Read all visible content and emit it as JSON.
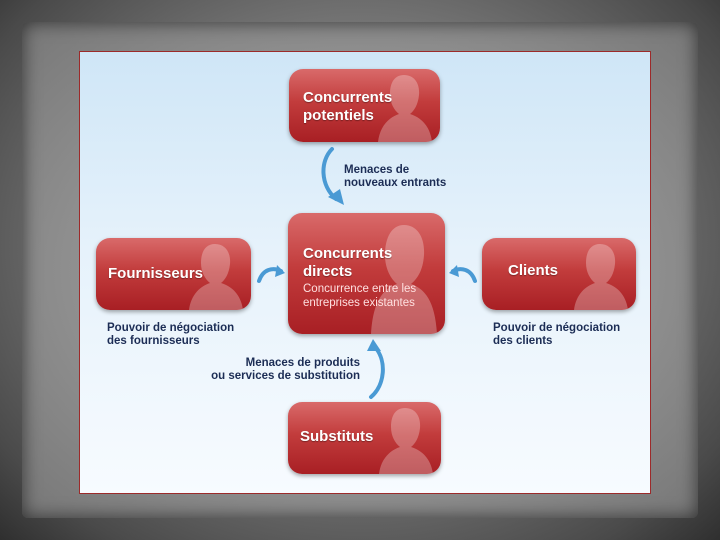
{
  "diagram": {
    "nodes": {
      "potentiels": {
        "title_line1": "Concurrents",
        "title_line2": "potentiels"
      },
      "directs": {
        "title_line1": "Concurrents",
        "title_line2": "directs",
        "sub_line1": "Concurrence entre les",
        "sub_line2": "entreprises existantes"
      },
      "fournisseurs": {
        "title": "Fournisseurs"
      },
      "clients": {
        "title": "Clients"
      },
      "substituts": {
        "title": "Substituts"
      }
    },
    "labels": {
      "nouveaux_entrants": {
        "line1": "Menaces de",
        "line2": "nouveaux entrants"
      },
      "fournisseurs": {
        "line1": "Pouvoir de négociation",
        "line2": "des fournisseurs"
      },
      "clients": {
        "line1": "Pouvoir de négociation",
        "line2": "des clients"
      },
      "substitution": {
        "line1": "Menaces de produits",
        "line2": "ou services de substitution"
      }
    },
    "colors": {
      "node": "#b8292e",
      "arrow": "#4a9ad4",
      "label": "#1c2d55"
    }
  }
}
